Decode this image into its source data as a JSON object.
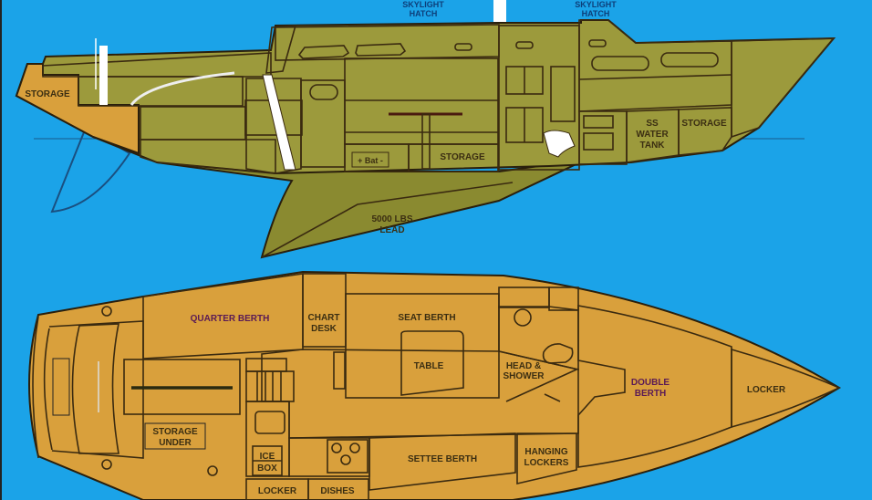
{
  "colors": {
    "water": "#1ba3e8",
    "tan": "#d9a03c",
    "olive": "#9c9a3c",
    "olive_dark": "#8a8a30",
    "magenta": "#cc4faa",
    "red": "#e2473e",
    "orange": "#ec8c3c",
    "white": "#ffffff",
    "companionway": "#8a84f5",
    "outline": "#2a1f0c"
  },
  "profile_view": {
    "labels": {
      "skylight_hatch_aft_line1": "SKYLIGHT",
      "skylight_hatch_aft_line2": "HATCH",
      "skylight_hatch_fwd_line1": "SKYLIGHT",
      "skylight_hatch_fwd_line2": "HATCH",
      "storage_stern": "STORAGE",
      "battery": "+ Bat -",
      "storage_under_table": "STORAGE",
      "keel_line1": "5000 LBS",
      "keel_line2": "LEAD",
      "water_tank_line1": "SS",
      "water_tank_line2": "WATER",
      "water_tank_line3": "TANK",
      "storage_bow": "STORAGE"
    }
  },
  "plan_view": {
    "labels": {
      "quarter_berth": "QUARTER BERTH",
      "chart_desk_line1": "CHART",
      "chart_desk_line2": "DESK",
      "seat_berth": "SEAT BERTH",
      "table": "TABLE",
      "head_line1": "HEAD &",
      "head_line2": "SHOWER",
      "double_berth_line1": "DOUBLE",
      "double_berth_line2": "BERTH",
      "locker_bow": "LOCKER",
      "storage_under_line1": "STORAGE",
      "storage_under_line2": "UNDER",
      "ice_box_line1": "ICE",
      "ice_box_line2": "BOX",
      "settee_berth": "SETTEE BERTH",
      "hanging_lockers_line1": "HANGING",
      "hanging_lockers_line2": "LOCKERS",
      "locker_galley": "LOCKER",
      "dishes": "DISHES"
    }
  }
}
